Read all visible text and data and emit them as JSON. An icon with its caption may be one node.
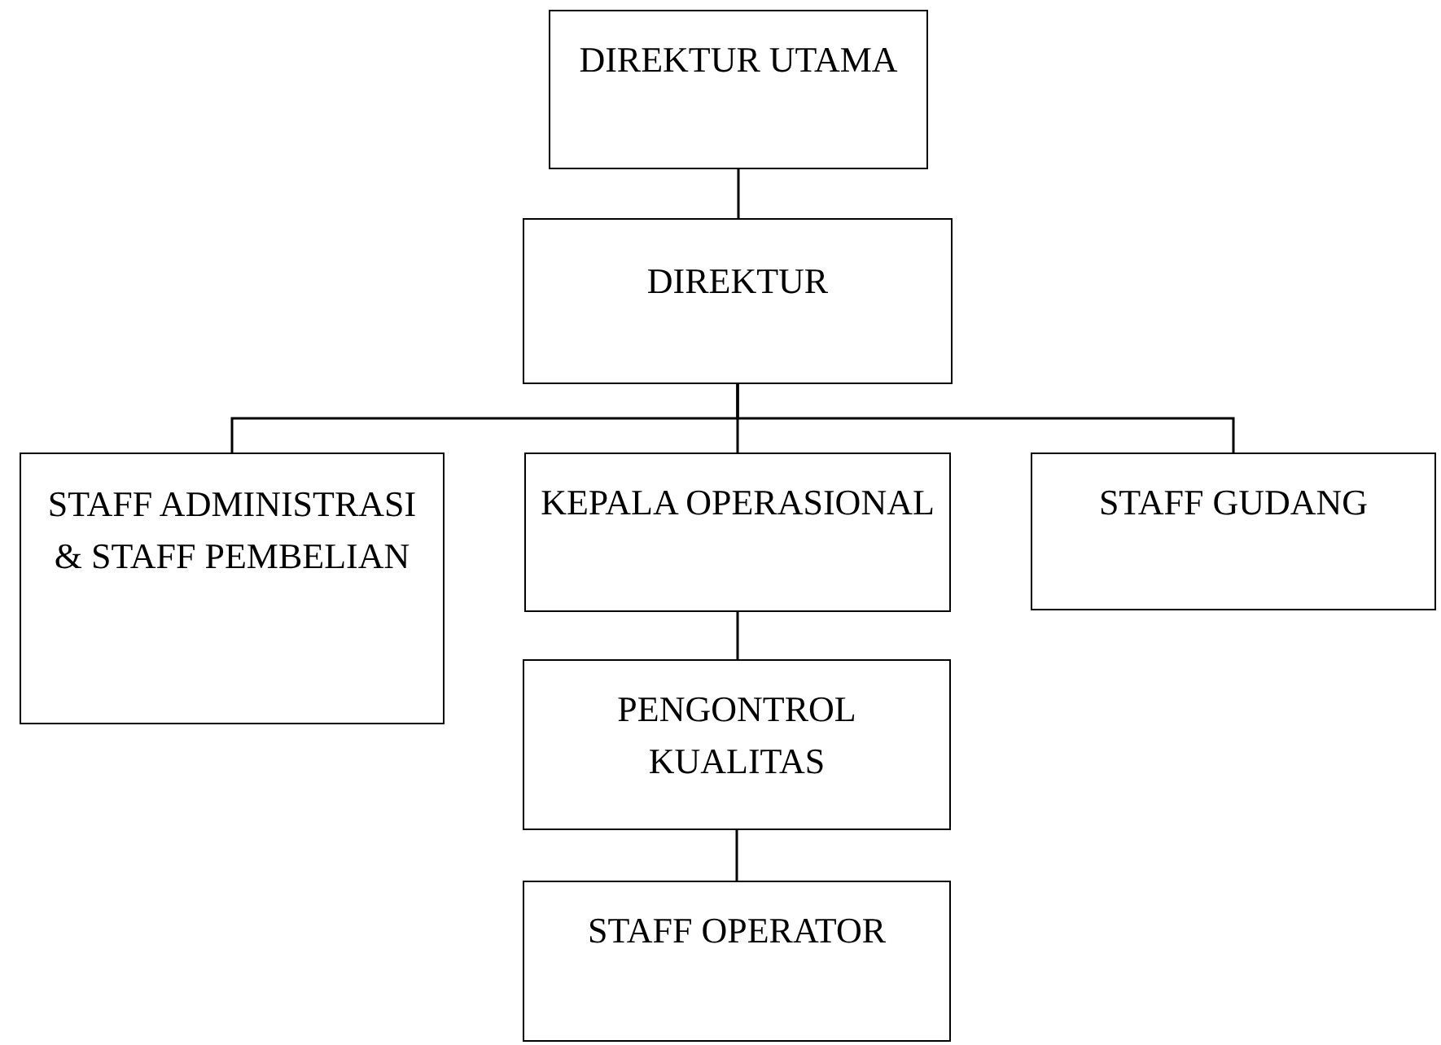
{
  "diagram": {
    "nodes": [
      {
        "text": [
          "DIREKTUR UTAMA"
        ]
      },
      {
        "text": [
          "DIREKTUR"
        ]
      },
      {
        "text": [
          "STAFF ADMINISTRASI & STAFF PEMBELIAN"
        ]
      },
      {
        "text": [
          "KEPALA OPERASIONAL"
        ]
      },
      {
        "text": [
          "STAFF GUDANG"
        ]
      },
      {
        "text": [
          "PENGONTROL KUALITAS"
        ]
      },
      {
        "text": [
          "STAFF OPERATOR"
        ]
      }
    ],
    "edges": [
      {
        "from": 0,
        "to": 1,
        "arrow": "none"
      },
      {
        "from": 1,
        "to": 2,
        "arrow": "none"
      },
      {
        "from": 1,
        "to": 3,
        "arrow": "none"
      },
      {
        "from": 1,
        "to": 4,
        "arrow": "none"
      },
      {
        "from": 3,
        "to": 5,
        "arrow": "none"
      },
      {
        "from": 5,
        "to": 6,
        "arrow": "none"
      }
    ]
  }
}
